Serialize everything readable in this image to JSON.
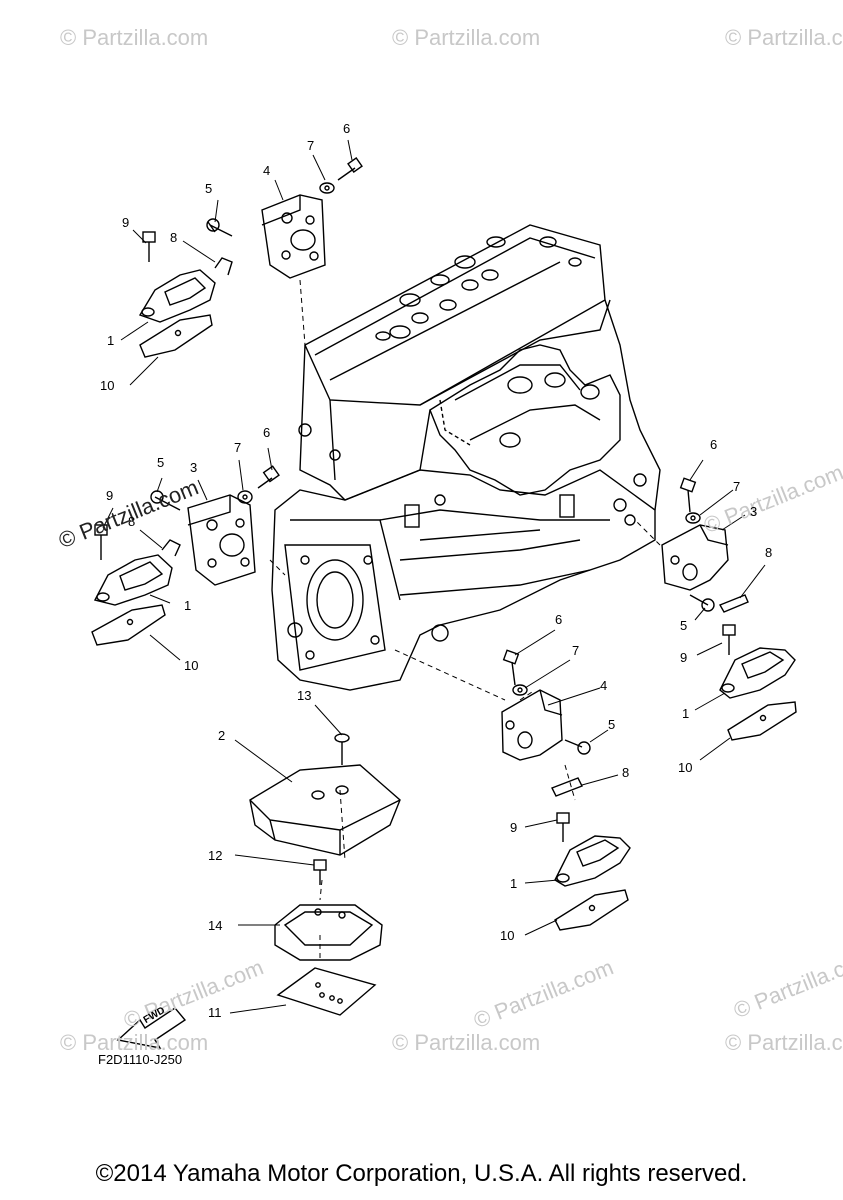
{
  "watermark": "© Partzilla.com",
  "diagram_code": "F2D1110-J250",
  "fwd_label": "FWD",
  "copyright": "©2014 Yamaha Motor Corporation, U.S.A. All rights reserved.",
  "callouts": {
    "tl": {
      "n9": "9",
      "n8": "8",
      "n5": "5",
      "n4": "4",
      "n7": "7",
      "n6": "6",
      "n1": "1",
      "n10": "10"
    },
    "ml": {
      "n9": "9",
      "n8": "8",
      "n5": "5",
      "n3": "3",
      "n7": "7",
      "n6": "6",
      "n1": "1",
      "n10": "10"
    },
    "r": {
      "n6": "6",
      "n7": "7",
      "n3": "3",
      "n8": "8",
      "n5": "5",
      "n9": "9",
      "n1": "1",
      "n10": "10"
    },
    "c": {
      "n6": "6",
      "n7": "7",
      "n4": "4",
      "n5": "5",
      "n8": "8",
      "n9": "9",
      "n1": "1",
      "n10": "10"
    },
    "bl": {
      "n13": "13",
      "n2": "2",
      "n12": "12",
      "n14": "14",
      "n11": "11"
    }
  }
}
